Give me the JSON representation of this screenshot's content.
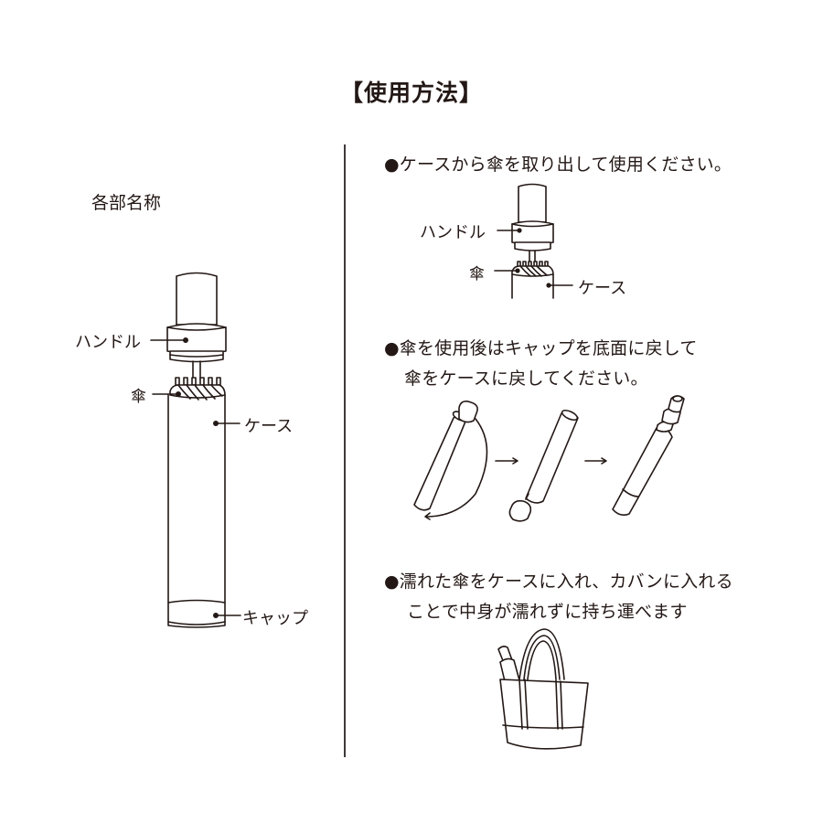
{
  "page": {
    "title": "【使用方法】",
    "background": "#ffffff",
    "ink_color": "#231815"
  },
  "parts_section": {
    "heading": "各部名称",
    "labels": {
      "handle": "ハンドル",
      "umbrella": "傘",
      "case": "ケース",
      "cap": "キャップ"
    }
  },
  "steps": [
    {
      "bullet": "●",
      "lines": [
        "ケースから傘を取り出して使用ください。"
      ],
      "illustration": {
        "name": "umbrella-out-of-case",
        "labels": {
          "handle": "ハンドル",
          "umbrella": "傘",
          "case": "ケース"
        }
      }
    },
    {
      "bullet": "●",
      "lines": [
        "傘を使用後はキャップを底面に戻して",
        "傘をケースに戻してください。"
      ],
      "illustration": {
        "name": "cap-to-bottom-sequence",
        "arrows": [
          "→",
          "→"
        ]
      }
    },
    {
      "bullet": "●",
      "lines": [
        "濡れた傘をケースに入れ、カバンに入れる",
        "ことで中身が濡れずに持ち運べます"
      ],
      "illustration": {
        "name": "umbrella-in-tote-bag"
      }
    }
  ]
}
